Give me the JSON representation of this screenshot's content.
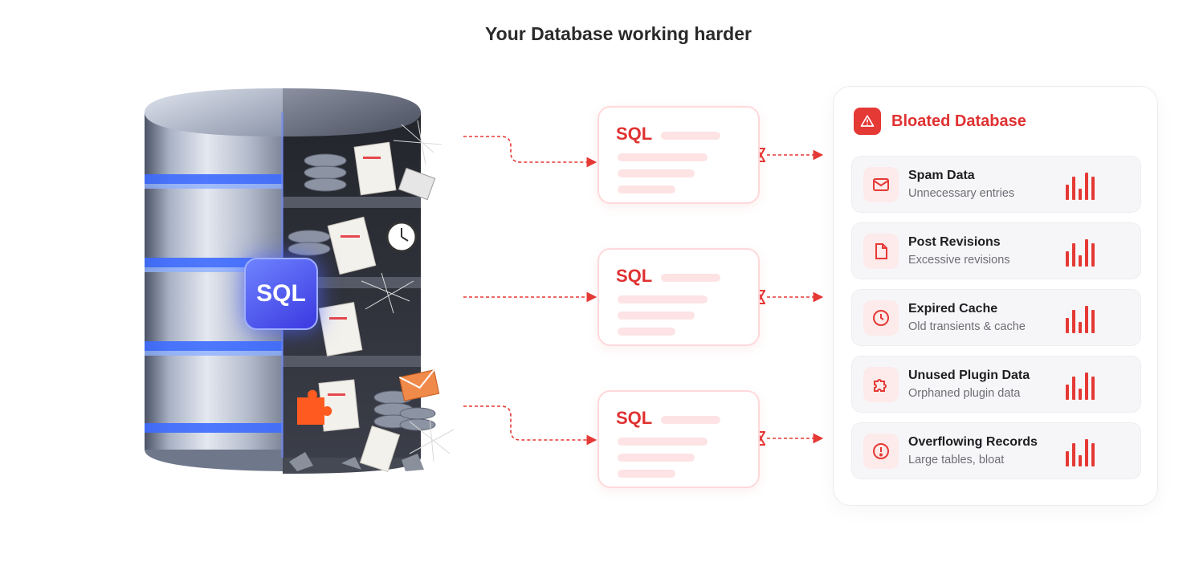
{
  "page": {
    "title": "Your Database working harder"
  },
  "illustration": {
    "badge_label": "SQL"
  },
  "queries": [
    {
      "label": "SQL"
    },
    {
      "label": "SQL"
    },
    {
      "label": "SQL"
    }
  ],
  "panel": {
    "title": "Bloated Database",
    "icon": "warning-triangle-icon",
    "items": [
      {
        "title": "Spam Data",
        "subtitle": "Unnecessary entries",
        "icon": "mail-icon",
        "bar_levels": [
          0.55,
          0.85,
          0.4,
          1.0,
          0.85
        ]
      },
      {
        "title": "Post Revisions",
        "subtitle": "Excessive revisions",
        "icon": "file-icon",
        "bar_levels": [
          0.55,
          0.85,
          0.4,
          1.0,
          0.85
        ]
      },
      {
        "title": "Expired Cache",
        "subtitle": "Old transients & cache",
        "icon": "clock-icon",
        "bar_levels": [
          0.55,
          0.85,
          0.4,
          1.0,
          0.85
        ]
      },
      {
        "title": "Unused Plugin Data",
        "subtitle": "Orphaned plugin data",
        "icon": "puzzle-icon",
        "bar_levels": [
          0.55,
          0.85,
          0.4,
          1.0,
          0.85
        ]
      },
      {
        "title": "Overflowing Records",
        "subtitle": "Large tables, bloat",
        "icon": "alert-circle-icon",
        "bar_levels": [
          0.55,
          0.85,
          0.4,
          1.0,
          0.85
        ]
      }
    ]
  },
  "colors": {
    "accent": "#e53935",
    "badge": "#4a4bf0"
  }
}
